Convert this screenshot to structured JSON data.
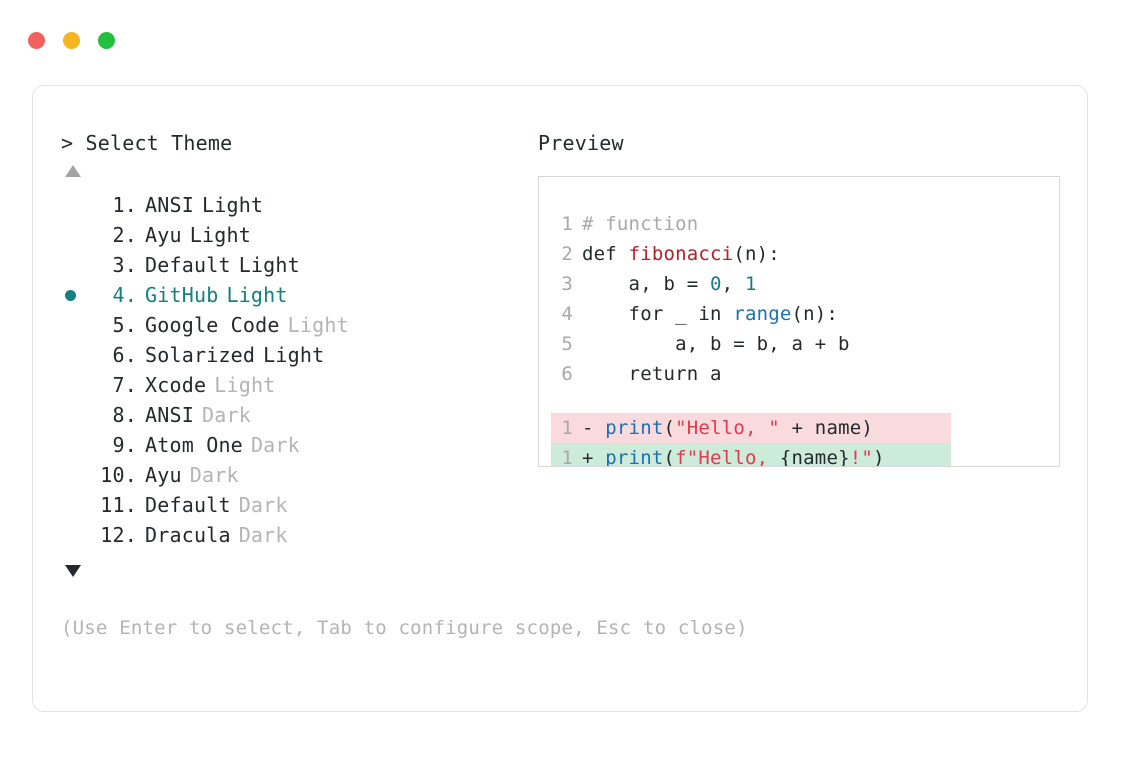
{
  "window": {
    "traffic_lights": [
      {
        "name": "close",
        "color": "#f4605c"
      },
      {
        "name": "minimize",
        "color": "#f5b626"
      },
      {
        "name": "maximize",
        "color": "#23c03f"
      }
    ]
  },
  "prompt": {
    "heading": "> Select Theme",
    "scroll_up_icon": "triangle-up",
    "scroll_down_icon": "triangle-down",
    "selected_index": 4,
    "accent_color": "#15807e",
    "muted_color": "#b4b4b4",
    "items": [
      {
        "num": "1.",
        "name": "ANSI",
        "suffix": "Light",
        "suffix_muted": false,
        "selected": false
      },
      {
        "num": "2.",
        "name": "Ayu",
        "suffix": "Light",
        "suffix_muted": false,
        "selected": false
      },
      {
        "num": "3.",
        "name": "Default",
        "suffix": "Light",
        "suffix_muted": false,
        "selected": false
      },
      {
        "num": "4.",
        "name": "GitHub",
        "suffix": "Light",
        "suffix_muted": false,
        "selected": true
      },
      {
        "num": "5.",
        "name": "Google Code",
        "suffix": "Light",
        "suffix_muted": true,
        "selected": false
      },
      {
        "num": "6.",
        "name": "Solarized",
        "suffix": "Light",
        "suffix_muted": false,
        "selected": false
      },
      {
        "num": "7.",
        "name": "Xcode",
        "suffix": "Light",
        "suffix_muted": true,
        "selected": false
      },
      {
        "num": "8.",
        "name": "ANSI",
        "suffix": "Dark",
        "suffix_muted": true,
        "selected": false
      },
      {
        "num": "9.",
        "name": "Atom One",
        "suffix": "Dark",
        "suffix_muted": true,
        "selected": false
      },
      {
        "num": "10.",
        "name": "Ayu",
        "suffix": "Dark",
        "suffix_muted": true,
        "selected": false
      },
      {
        "num": "11.",
        "name": "Default",
        "suffix": "Dark",
        "suffix_muted": true,
        "selected": false
      },
      {
        "num": "12.",
        "name": "Dracula",
        "suffix": "Dark",
        "suffix_muted": true,
        "selected": false
      }
    ]
  },
  "preview": {
    "heading": "Preview",
    "code_lines": [
      {
        "ln": "1",
        "tokens": [
          {
            "t": "# function",
            "c": "t-comment"
          }
        ]
      },
      {
        "ln": "2",
        "tokens": [
          {
            "t": "def ",
            "c": "t-plain"
          },
          {
            "t": "fibonacci",
            "c": "t-func"
          },
          {
            "t": "(n):",
            "c": "t-plain"
          }
        ]
      },
      {
        "ln": "3",
        "tokens": [
          {
            "t": "    a, b = ",
            "c": "t-plain"
          },
          {
            "t": "0",
            "c": "t-num"
          },
          {
            "t": ", ",
            "c": "t-plain"
          },
          {
            "t": "1",
            "c": "t-num"
          }
        ]
      },
      {
        "ln": "4",
        "tokens": [
          {
            "t": "    for _ in ",
            "c": "t-plain"
          },
          {
            "t": "range",
            "c": "t-builtin"
          },
          {
            "t": "(n):",
            "c": "t-plain"
          }
        ]
      },
      {
        "ln": "5",
        "tokens": [
          {
            "t": "        a, b = b, a + b",
            "c": "t-plain"
          }
        ]
      },
      {
        "ln": "6",
        "tokens": [
          {
            "t": "    return a",
            "c": "t-plain"
          }
        ]
      }
    ],
    "diff_lines": [
      {
        "ln": "1",
        "kind": "diff-minus",
        "bg": "#fadbdd",
        "tokens": [
          {
            "t": "- ",
            "c": "t-plain"
          },
          {
            "t": "print",
            "c": "t-builtin"
          },
          {
            "t": "(",
            "c": "t-plain"
          },
          {
            "t": "\"Hello, \"",
            "c": "t-str"
          },
          {
            "t": " + name)",
            "c": "t-plain"
          }
        ]
      },
      {
        "ln": "1",
        "kind": "diff-plus",
        "bg": "#cdebd9",
        "tokens": [
          {
            "t": "+ ",
            "c": "t-plain"
          },
          {
            "t": "print",
            "c": "t-builtin"
          },
          {
            "t": "(",
            "c": "t-plain"
          },
          {
            "t": "f\"Hello, ",
            "c": "t-str"
          },
          {
            "t": "{name}",
            "c": "t-plain"
          },
          {
            "t": "!\"",
            "c": "t-str"
          },
          {
            "t": ")",
            "c": "t-plain"
          }
        ]
      }
    ]
  },
  "footer": {
    "hint": "(Use Enter to select, Tab to configure scope, Esc to close)"
  }
}
